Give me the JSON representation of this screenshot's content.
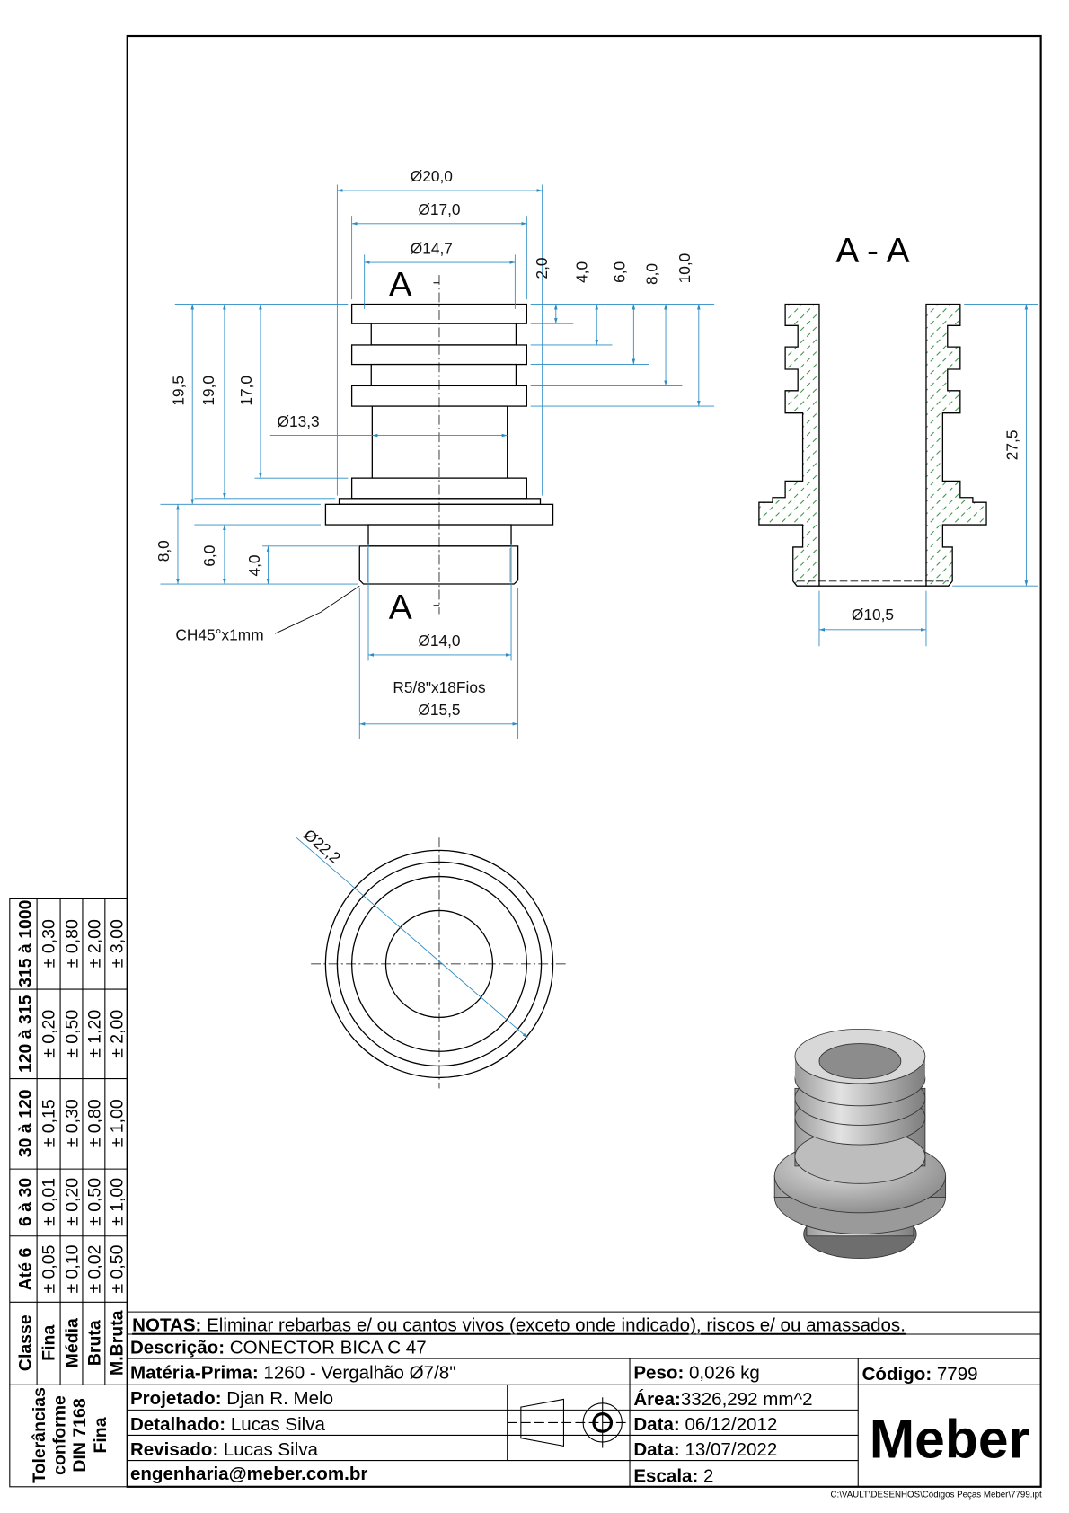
{
  "drawing": {
    "main_view": {
      "section_mark": "A",
      "dims": {
        "d20": "Ø20,0",
        "d17": "Ø17,0",
        "d147": "Ø14,7",
        "d133": "Ø13,3",
        "d140": "Ø14,0",
        "thread": "R5/8\"x18Fios",
        "d155": "Ø15,5",
        "h195": "19,5",
        "h190": "19,0",
        "h170": "17,0",
        "h80": "8,0",
        "h60": "6,0",
        "h40": "4,0",
        "r20": "2,0",
        "r40": "4,0",
        "r60": "6,0",
        "r80": "8,0",
        "r100": "10,0",
        "chamfer": "CH45°x1mm"
      }
    },
    "section_view": {
      "title": "A - A",
      "height": "27,5",
      "bore": "Ø10,5"
    },
    "top_view": {
      "diameter": "Ø22,2"
    },
    "colors": {
      "dimension": "#2b8cc4",
      "hatch": "#2e8b3a"
    }
  },
  "tolerances": {
    "title": [
      "Tolerâncias",
      "conforme",
      "DIN 7168",
      "Fina"
    ],
    "header": [
      "Classe",
      "Até 6",
      "6 à 30",
      "30 à 120",
      "120 à 315",
      "315 à 1000"
    ],
    "rows": [
      {
        "class": "Fina",
        "values": [
          "± 0,05",
          "± 0,01",
          "± 0,15",
          "± 0,20",
          "± 0,30"
        ]
      },
      {
        "class": "Média",
        "values": [
          "± 0,10",
          "± 0,20",
          "± 0,30",
          "± 0,50",
          "± 0,80"
        ]
      },
      {
        "class": "Bruta",
        "values": [
          "± 0,02",
          "± 0,50",
          "± 0,80",
          "± 1,20",
          "± 2,00"
        ]
      },
      {
        "class": "M.Bruta",
        "values": [
          "± 0,50",
          "± 1,00",
          "± 1,00",
          "± 2,00",
          "± 3,00"
        ]
      }
    ]
  },
  "title_block": {
    "notes_label": "NOTAS:",
    "notes": " Eliminar rebarbas e/ ou cantos vivos (exceto onde indicado), riscos e/ ou amassados.",
    "desc_label": "Descrição:",
    "desc": " CONECTOR BICA C 47",
    "material_label": "Matéria-Prima:",
    "material": " 1260 - Vergalhão Ø7/8\"",
    "weight_label": "Peso:",
    "weight": " 0,026 kg",
    "code_label": "Código:",
    "code": " 7799",
    "designed_label": "Projetado:",
    "designed": " Djan R. Melo",
    "area_label": "Área:",
    "area": "3326,292 mm^2",
    "detailed_label": "Detalhado:",
    "detailed": " Lucas Silva",
    "date1_label": "Data:",
    "date1": " 06/12/2012",
    "revised_label": "Revisado:",
    "revised": " Lucas Silva",
    "date2_label": "Data:",
    "date2": " 13/07/2022",
    "email": "engenharia@meber.com.br",
    "scale_label": "Escala:",
    "scale": " 2",
    "logo": "Meber",
    "file_path": "C:\\VAULT\\DESENHOS\\Códigos Peças Meber\\7799.ipt"
  }
}
